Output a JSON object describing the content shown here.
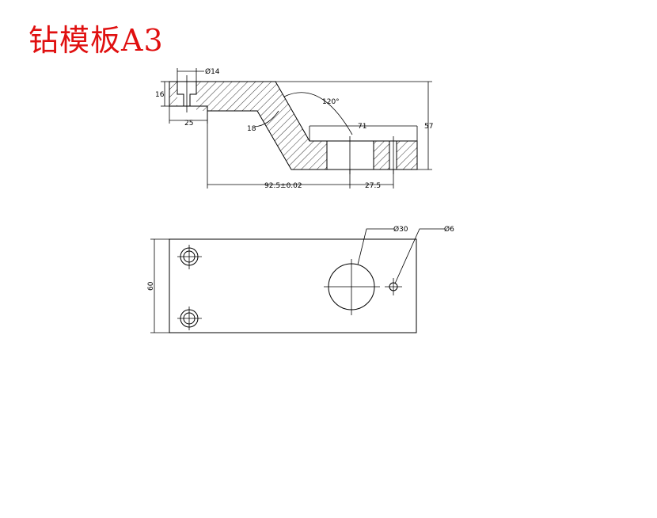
{
  "title": "钻模板A3",
  "dimensions": {
    "d14": "Ø14",
    "h16": "16",
    "w25": "25",
    "a120": "120°",
    "w18": "18",
    "w71": "71",
    "h57": "57",
    "w92": "92.5±0.02",
    "w27": "27.5",
    "h60": "60",
    "d30": "Ø30",
    "d6": "Ø6"
  },
  "colors": {
    "title": "#e01010",
    "line": "#000000"
  }
}
